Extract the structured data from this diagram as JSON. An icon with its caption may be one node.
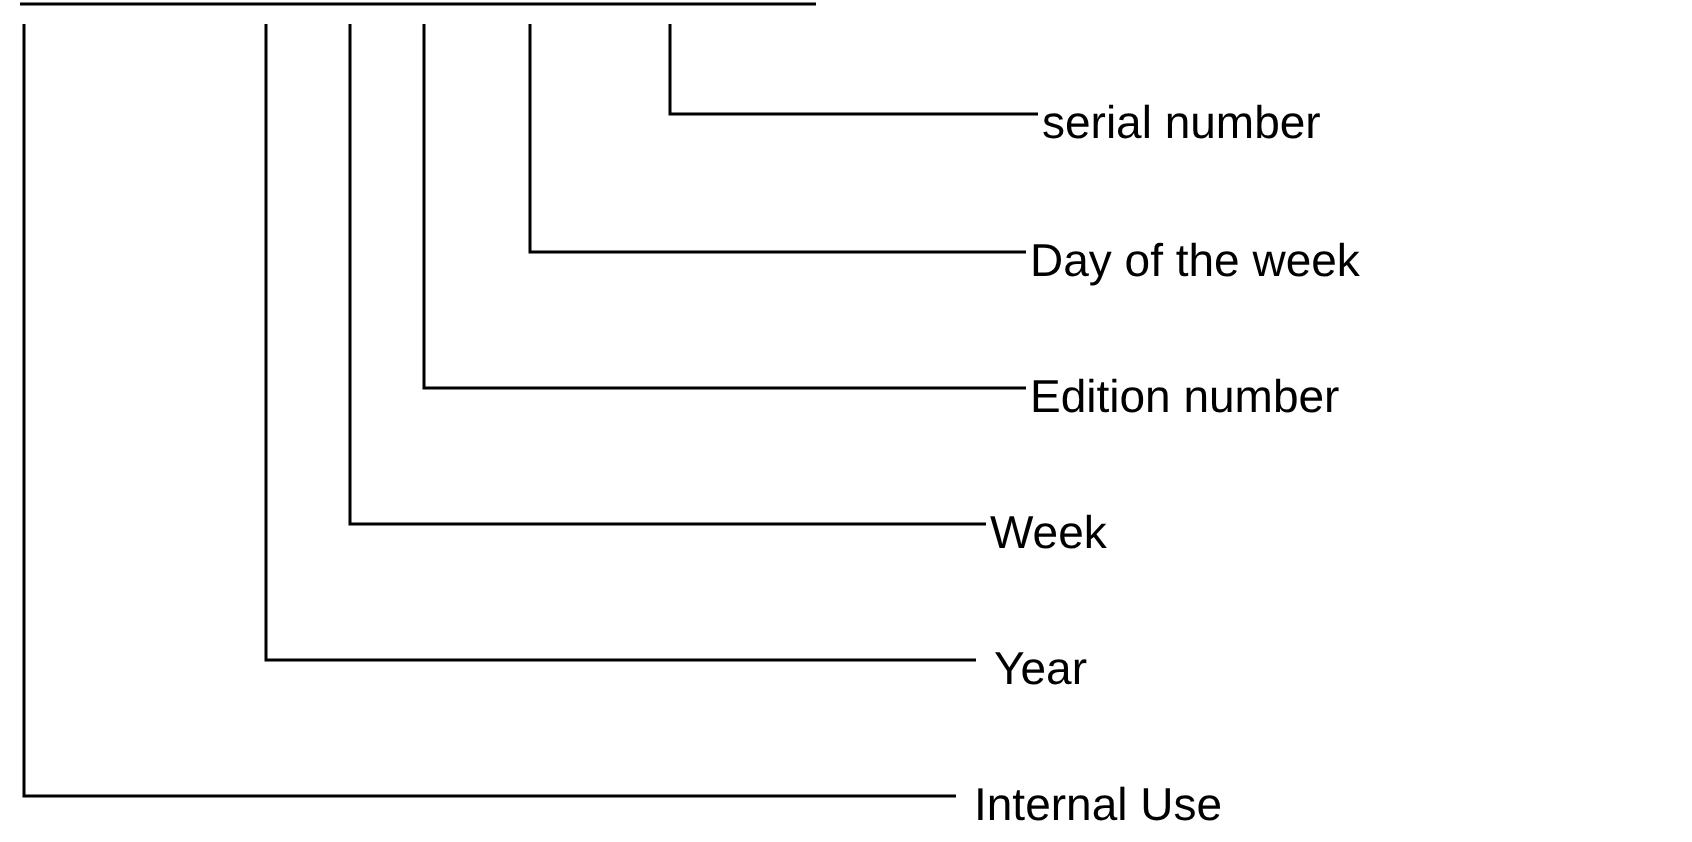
{
  "diagram": {
    "nodes": [
      {
        "text": [
          "serial number"
        ]
      },
      {
        "text": [
          "Day of the week"
        ]
      },
      {
        "text": [
          "Edition number"
        ]
      },
      {
        "text": [
          "Week"
        ]
      },
      {
        "text": [
          "Year"
        ]
      },
      {
        "text": [
          "Internal Use"
        ]
      }
    ],
    "edges": [
      {
        "from": 0,
        "to": null,
        "arrow": "none"
      },
      {
        "from": 1,
        "to": null,
        "arrow": "none"
      },
      {
        "from": 2,
        "to": null,
        "arrow": "none"
      },
      {
        "from": 3,
        "to": null,
        "arrow": "none"
      },
      {
        "from": 4,
        "to": null,
        "arrow": "none"
      },
      {
        "from": 5,
        "to": null,
        "arrow": "none"
      }
    ]
  }
}
